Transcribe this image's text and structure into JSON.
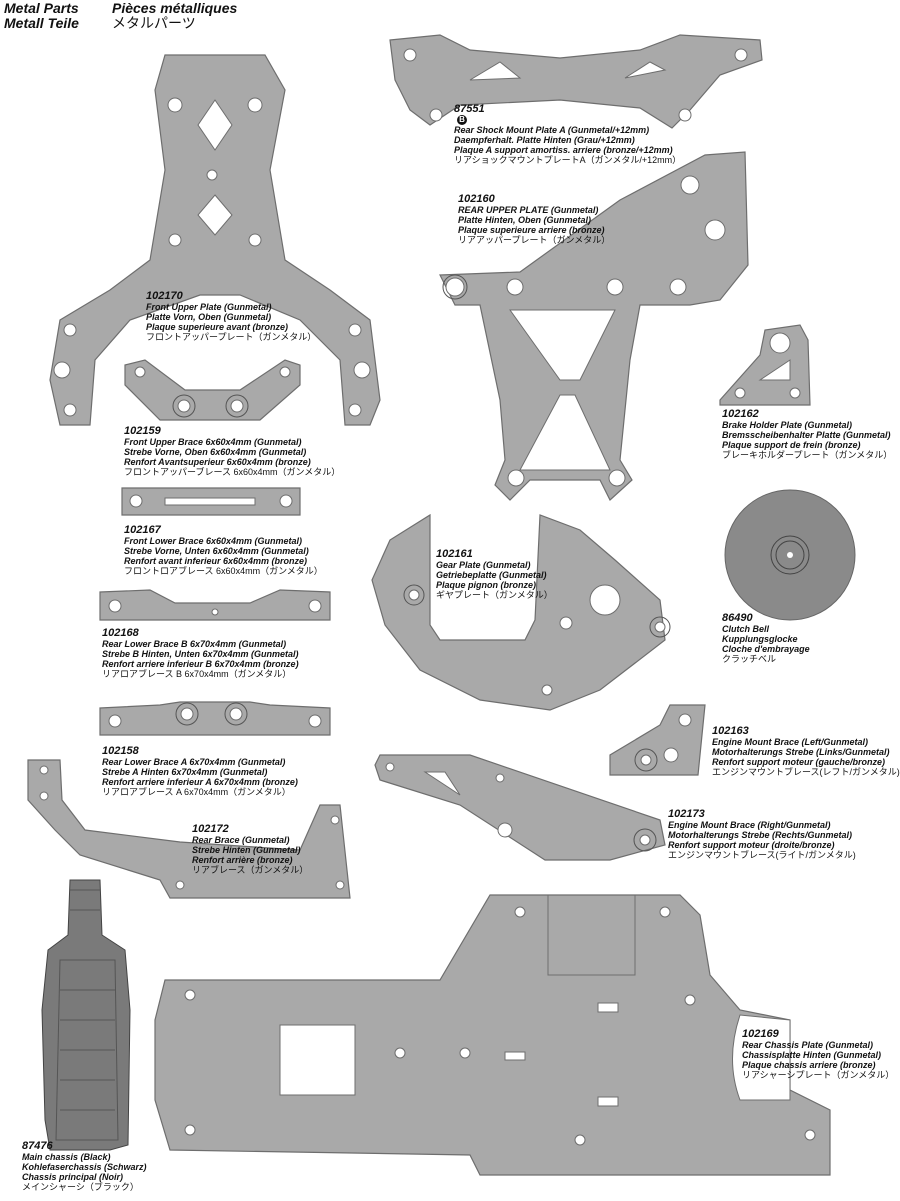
{
  "header": {
    "en": "Metal Parts",
    "fr": "Pièces métalliques",
    "de": "Metall Teile",
    "jp": "メタルパーツ"
  },
  "parts": [
    {
      "id": "p87551",
      "num": "87551",
      "badge": "B",
      "lines": [
        "Rear Shock Mount Plate A (Gunmetal/+12mm)",
        "Daempferhalt. Platte Hinten (Grau/+12mm)",
        "Plaque A support amortiss. arriere (bronze/+12mm)"
      ],
      "jp": "リアショックマウントプレートA（ガンメタル/+12mm）"
    },
    {
      "id": "p102160",
      "num": "102160",
      "lines": [
        "REAR UPPER PLATE (Gunmetal)",
        "Platte Hinten, Oben (Gunmetal)",
        "Plaque superieure arriere (bronze)"
      ],
      "jp": "リアアッパープレート（ガンメタル）"
    },
    {
      "id": "p102170",
      "num": "102170",
      "lines": [
        "Front Upper Plate (Gunmetal)",
        "Platte Vorn, Oben (Gunmetal)",
        "Plaque superieure avant (bronze)"
      ],
      "jp": "フロントアッパープレート（ガンメタル）"
    },
    {
      "id": "p102159",
      "num": "102159",
      "lines": [
        "Front Upper Brace 6x60x4mm (Gunmetal)",
        "Strebe Vorne, Oben 6x60x4mm (Gunmetal)",
        "Renfort Avantsuperieur 6x60x4mm (bronze)"
      ],
      "jp": "フロントアッパーブレース 6x60x4mm（ガンメタル）"
    },
    {
      "id": "p102167",
      "num": "102167",
      "lines": [
        "Front Lower Brace 6x60x4mm (Gunmetal)",
        "Strebe Vorne, Unten 6x60x4mm (Gunmetal)",
        "Renfort avant inferieur 6x60x4mm (bronze)"
      ],
      "jp": "フロントロアブレース 6x60x4mm（ガンメタル）"
    },
    {
      "id": "p102168",
      "num": "102168",
      "lines": [
        "Rear Lower Brace B 6x70x4mm (Gunmetal)",
        "Strebe B Hinten, Unten 6x70x4mm (Gunmetal)",
        "Renfort arriere inferieur B 6x70x4mm (bronze)"
      ],
      "jp": "リアロアブレース B 6x70x4mm（ガンメタル）"
    },
    {
      "id": "p102158",
      "num": "102158",
      "lines": [
        "Rear Lower Brace A 6x70x4mm (Gunmetal)",
        "Strebe A Hinten 6x70x4mm (Gunmetal)",
        "Renfort arriere inferieur A 6x70x4mm (bronze)"
      ],
      "jp": "リアロアブレース A 6x70x4mm（ガンメタル）"
    },
    {
      "id": "p102172",
      "num": "102172",
      "lines": [
        "Rear Brace (Gunmetal)",
        "Strebe Hinten (Gunmetal)",
        "Renfort arrière (bronze)"
      ],
      "jp": "リアブレース（ガンメタル）"
    },
    {
      "id": "p102162",
      "num": "102162",
      "lines": [
        "Brake Holder Plate (Gunmetal)",
        "Bremsscheibenhalter Platte (Gunmetal)",
        "Plaque support de frein (bronze)"
      ],
      "jp": "ブレーキホルダープレート（ガンメタル）"
    },
    {
      "id": "p86490",
      "num": "86490",
      "lines": [
        "Clutch Bell",
        "Kupplungsglocke",
        "Cloche d'embrayage"
      ],
      "jp": "クラッチベル"
    },
    {
      "id": "p102161",
      "num": "102161",
      "lines": [
        "Gear Plate (Gunmetal)",
        "Getriebeplatte (Gunmetal)",
        "Plaque pignon (bronze)"
      ],
      "jp": "ギヤプレート（ガンメタル）"
    },
    {
      "id": "p102163",
      "num": "102163",
      "lines": [
        "Engine Mount Brace (Left/Gunmetal)",
        "Motorhalterungs Strebe (Links/Gunmetal)",
        "Renfort support moteur (gauche/bronze)"
      ],
      "jp": "エンジンマウントブレース(レフト/ガンメタル)"
    },
    {
      "id": "p102173",
      "num": "102173",
      "lines": [
        "Engine Mount Brace (Right/Gunmetal)",
        "Motorhalterungs Strebe (Rechts/Gunmetal)",
        "Renfort support moteur (droite/bronze)"
      ],
      "jp": "エンジンマウントブレース(ライト/ガンメタル)"
    },
    {
      "id": "p102169",
      "num": "102169",
      "lines": [
        "Rear Chassis Plate (Gunmetal)",
        "Chassisplatte Hinten (Gunmetal)",
        "Plaque chassis arriere (bronze)"
      ],
      "jp": "リアシャーシプレート（ガンメタル）"
    },
    {
      "id": "p87476",
      "num": "87476",
      "lines": [
        "Main chassis (Black)",
        "Kohlefaserchassis (Schwarz)",
        "Chassis principal (Noir)"
      ],
      "jp": "メインシャーシ（ブラック）"
    }
  ],
  "colors": {
    "metal": "#a9a9a9",
    "carbon": "#7a7a7a",
    "clutch": "#8a8a8a"
  }
}
